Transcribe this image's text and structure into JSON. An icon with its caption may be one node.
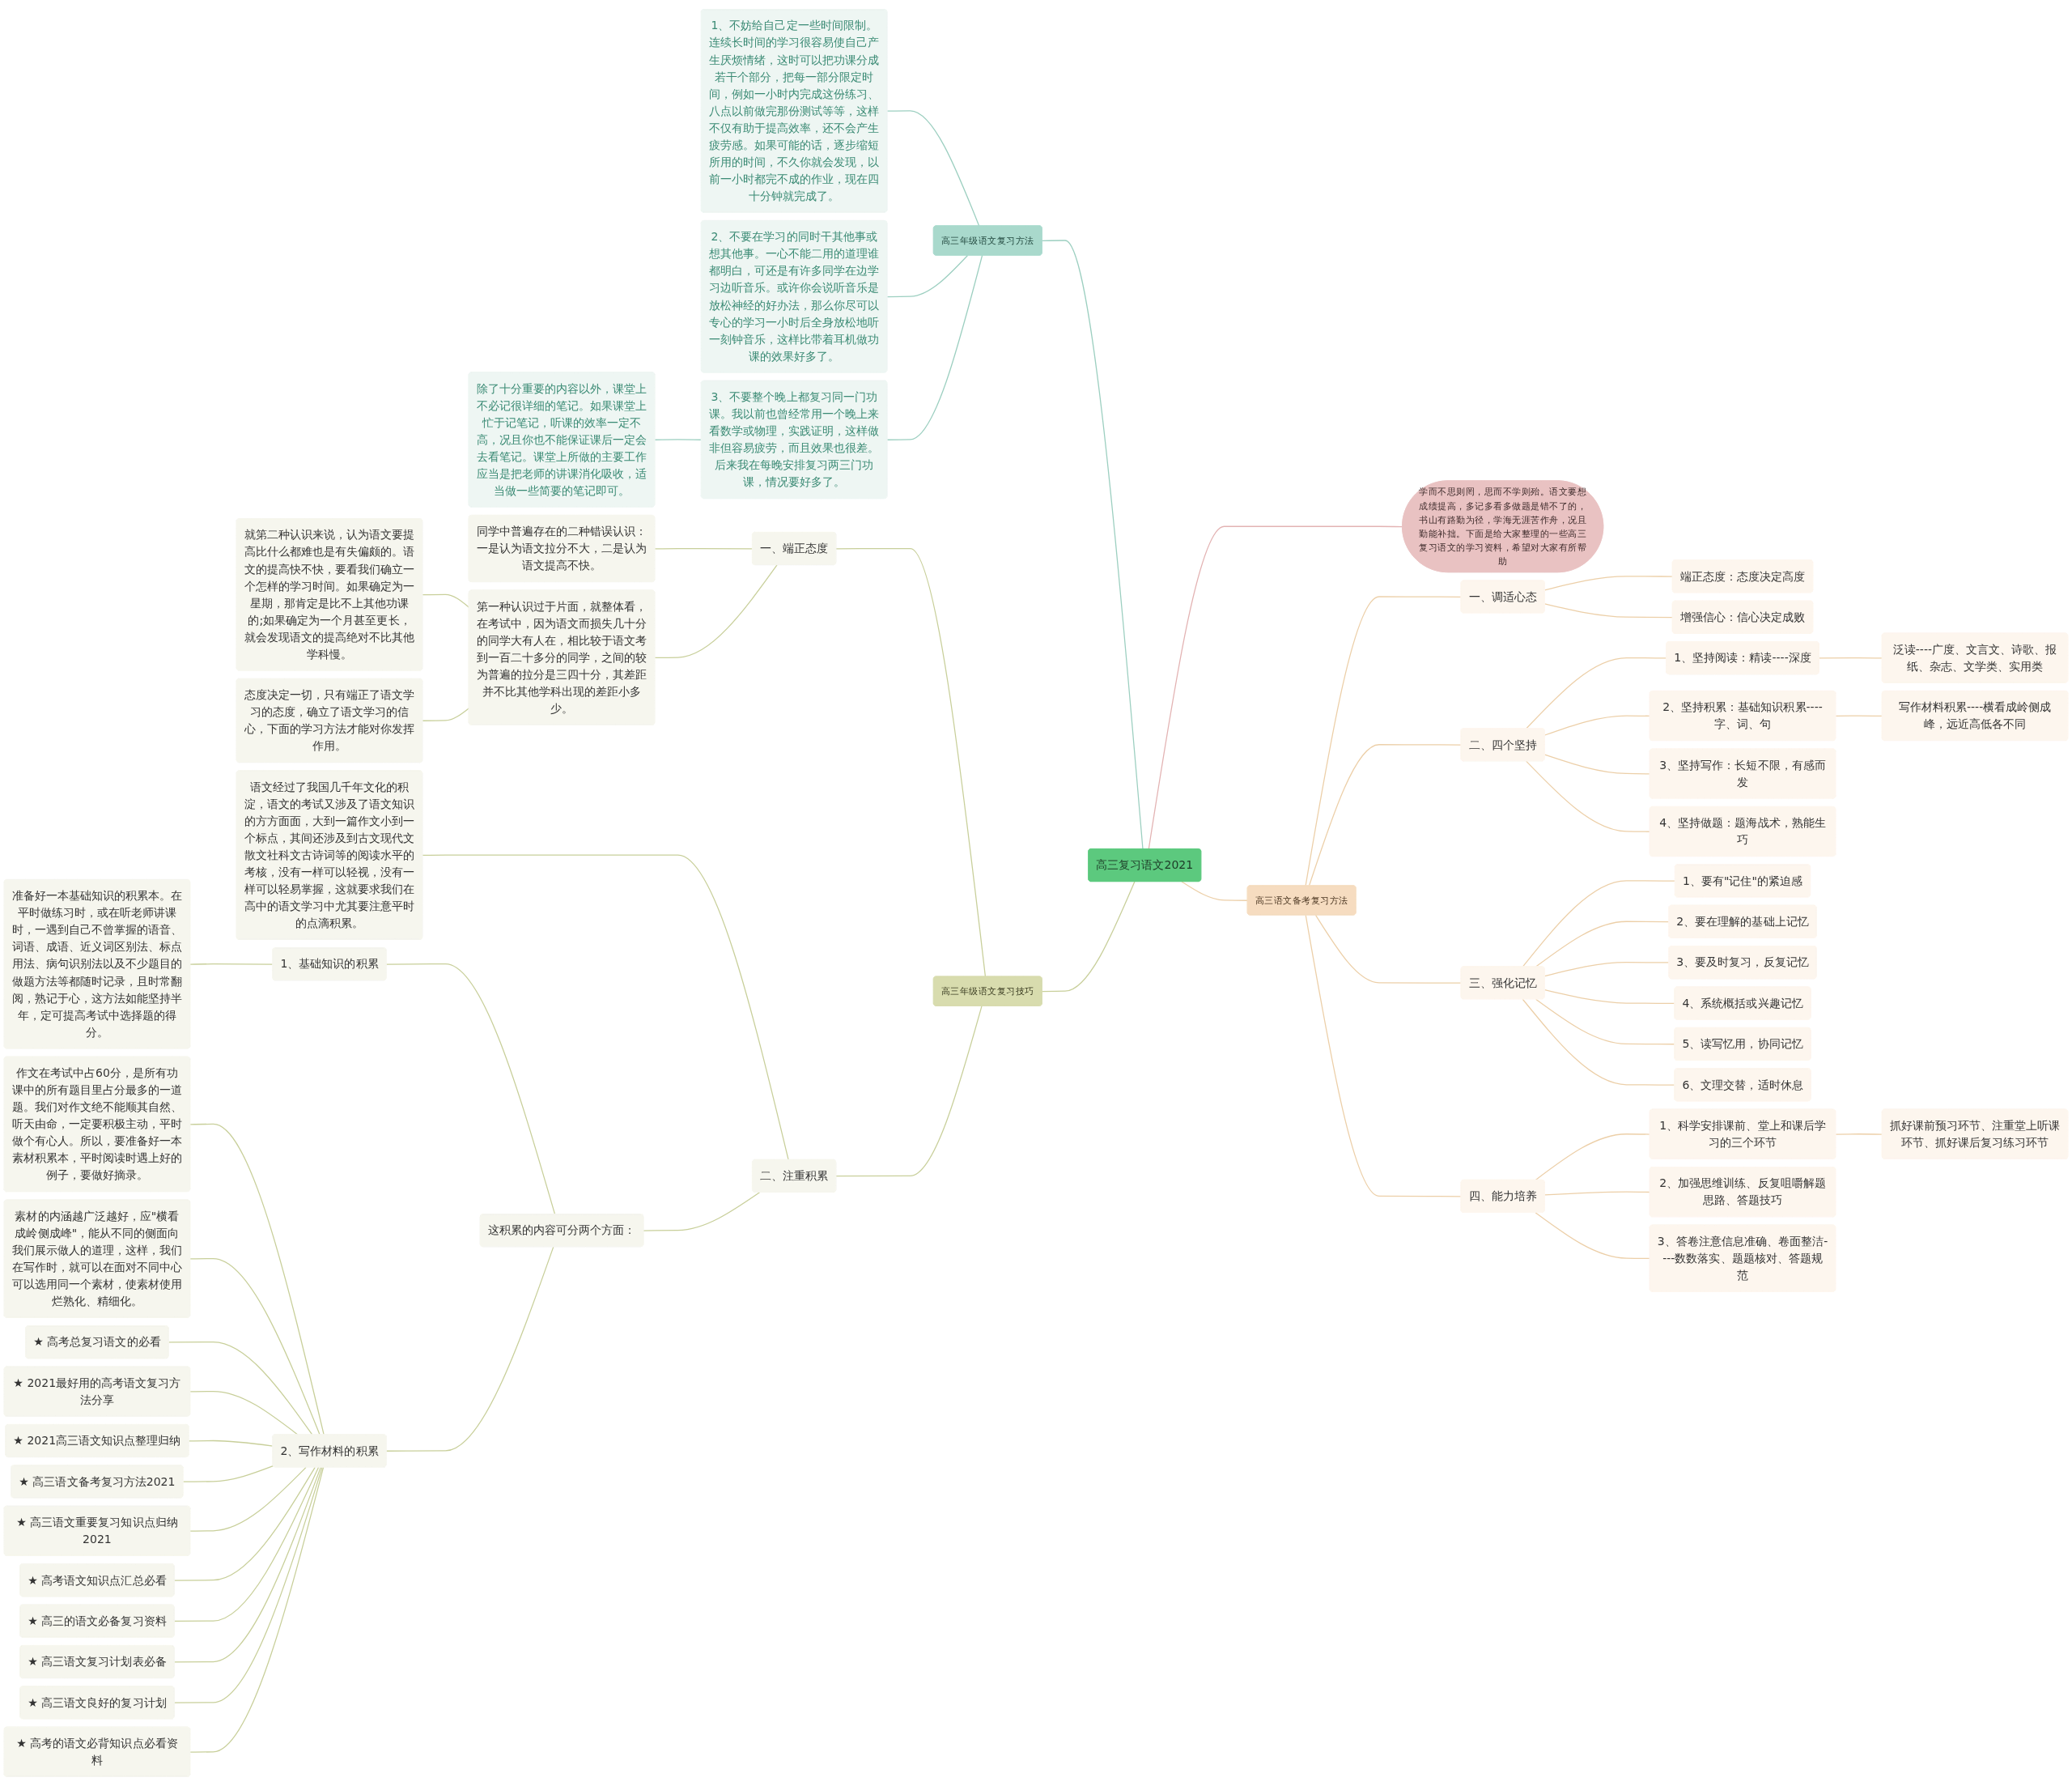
{
  "diagram": {
    "nodes": [
      {
        "text": [
          "高三复习语文2021"
        ]
      },
      {
        "text": [
          "高三年级语文复习方法"
        ]
      },
      {
        "text": [
          "1、不妨给自己定一些时间限制。连续长时间的学习很容易使自己产生厌烦情绪，这时可以把功课分成若干个部分，把每一部分限定时间，例如一小时内完成这份练习、八点以前做完那份测试等等，这样不仅有助于提高效率，还不会产生疲劳感。如果可能的话，逐步缩短所用的时间，不久你就会发现，以前一小时都完不成的作业，现在四十分钟就完成了。"
        ]
      },
      {
        "text": [
          "2、不要在学习的同时干其他事或想其他事。一心不能二用的道理谁都明白，可还是有许多同学在边学习边听音乐。或许你会说听音乐是放松神经的好办法，那么你尽可以专心的学习一小时后全身放松地听一刻钟音乐，这样比带着耳机做功课的效果好多了。"
        ]
      },
      {
        "text": [
          "3、不要整个晚上都复习同一门功课。我以前也曾经常用一个晚上来看数学或物理，实践证明，这样做非但容易疲劳，而且效果也很差。后来我在每晚安排复习两三门功课，情况要好多了。"
        ]
      },
      {
        "text": [
          "除了十分重要的内容以外，课堂上不必记很详细的笔记。如果课堂上忙于记笔记，听课的效率一定不高，况且你也不能保证课后一定会去看笔记。课堂上所做的主要工作应当是把老师的讲课消化吸收，适当做一些简要的笔记即可。"
        ]
      },
      {
        "text": [
          "高三年级语文复习技巧"
        ]
      },
      {
        "text": [
          "一、端正态度"
        ]
      },
      {
        "text": [
          "同学中普遍存在的二种错误认识：一是认为语文拉分不大，二是认为语文提高不快。"
        ]
      },
      {
        "text": [
          "第一种认识过于片面，就整体看，在考试中，因为语文而损失几十分的同学大有人在，相比较于语文考到一百二十多分的同学，之间的较为普遍的拉分是三四十分，其差距并不比其他学科出现的差距小多少。"
        ]
      },
      {
        "text": [
          "就第二种认识来说，认为语文要提高比什么都难也是有失偏颇的。语文的提高快不快，要看我们确立一个怎样的学习时间。如果确定为一星期，那肯定是比不上其他功课的;如果确定为一个月甚至更长，就会发现语文的提高绝对不比其他学科慢。"
        ]
      },
      {
        "text": [
          "态度决定一切，只有端正了语文学习的态度，确立了语文学习的信心，下面的学习方法才能对你发挥作用。"
        ]
      },
      {
        "text": [
          "二、注重积累"
        ]
      },
      {
        "text": [
          "语文经过了我国几千年文化的积淀，语文的考试又涉及了语文知识的方方面面，大到一篇作文小到一个标点，其间还涉及到古文现代文散文社科文古诗词等的阅读水平的考核，没有一样可以轻视，没有一样可以轻易掌握，这就要求我们在高中的语文学习中尤其要注意平时的点滴积累。"
        ]
      },
      {
        "text": [
          "这积累的内容可分两个方面："
        ]
      },
      {
        "text": [
          "1、基础知识的积累"
        ]
      },
      {
        "text": [
          "准备好一本基础知识的积累本。在平时做练习时，或在听老师讲课时，一遇到自己不曾掌握的语音、词语、成语、近义词区别法、标点用法、病句识别法以及不少题目的做题方法等都随时记录，且时常翻阅，熟记于心，这方法如能坚持半年，定可提高考试中选择题的得分。"
        ]
      },
      {
        "text": [
          "2、写作材料的积累"
        ]
      },
      {
        "text": [
          "作文在考试中占60分，是所有功课中的所有题目里占分最多的一道题。我们对作文绝不能顺其自然、听天由命，一定要积极主动，平时做个有心人。所以，要准备好一本素材积累本，平时阅读时遇上好的例子，要做好摘录。"
        ]
      },
      {
        "text": [
          "素材的内涵越广泛越好，应\"横看成岭侧成峰\"，能从不同的侧面向我们展示做人的道理，这样，我们在写作时，就可以在面对不同中心可以选用同一个素材，使素材使用烂熟化、精细化。"
        ]
      },
      {
        "text": [
          "★ 高考总复习语文的必看"
        ]
      },
      {
        "text": [
          "★ 2021最好用的高考语文复习方法分享"
        ]
      },
      {
        "text": [
          "★ 2021高三语文知识点整理归纳"
        ]
      },
      {
        "text": [
          "★ 高三语文备考复习方法2021"
        ]
      },
      {
        "text": [
          "★ 高三语文重要复习知识点归纳2021"
        ]
      },
      {
        "text": [
          "★ 高考语文知识点汇总必看"
        ]
      },
      {
        "text": [
          "★ 高三的语文必备复习资料"
        ]
      },
      {
        "text": [
          "★ 高三语文复习计划表必备"
        ]
      },
      {
        "text": [
          "★ 高三语文良好的复习计划"
        ]
      },
      {
        "text": [
          "★ 高考的语文必背知识点必看资料"
        ]
      },
      {
        "text": [
          "学而不思则罔，思而不学则殆。语文要想成绩提高，多记多看多做题是错不了的，书山有路勤为径，学海无涯苦作舟，况且勤能补拙。下面是给大家整理的一些高三复习语文的学习资料，希望对大家有所帮助"
        ]
      },
      {
        "text": [
          "高三语文备考复习方法"
        ]
      },
      {
        "text": [
          "一、调适心态"
        ]
      },
      {
        "text": [
          "端正态度：态度决定高度"
        ]
      },
      {
        "text": [
          "增强信心：信心决定成败"
        ]
      },
      {
        "text": [
          "二、四个坚持"
        ]
      },
      {
        "text": [
          "1、坚持阅读：精读----深度"
        ]
      },
      {
        "text": [
          "泛读----广度、文言文、诗歌、报纸、杂志、文学类、实用类"
        ]
      },
      {
        "text": [
          "2、坚持积累：基础知识积累----字、词、句"
        ]
      },
      {
        "text": [
          "写作材料积累----横看成岭侧成峰，远近高低各不同"
        ]
      },
      {
        "text": [
          "3、坚持写作：长短不限，有感而发"
        ]
      },
      {
        "text": [
          "4、坚持做题：题海战术，熟能生巧"
        ]
      },
      {
        "text": [
          "三、强化记忆"
        ]
      },
      {
        "text": [
          "1、要有\"记住\"的紧迫感"
        ]
      },
      {
        "text": [
          "2、要在理解的基础上记忆"
        ]
      },
      {
        "text": [
          "3、要及时复习，反复记忆"
        ]
      },
      {
        "text": [
          "4、系统概括或兴趣记忆"
        ]
      },
      {
        "text": [
          "5、读写忆用，协同记忆"
        ]
      },
      {
        "text": [
          "6、文理交替，适时休息"
        ]
      },
      {
        "text": [
          "四、能力培养"
        ]
      },
      {
        "text": [
          "1、科学安排课前、堂上和课后学习的三个环节"
        ]
      },
      {
        "text": [
          "抓好课前预习环节、注重堂上听课环节、抓好课后复习练习环节"
        ]
      },
      {
        "text": [
          "2、加强思维训练、反复咀嚼解题思路、答题技巧"
        ]
      },
      {
        "text": [
          "3、答卷注意信息准确、卷面整洁----数数落实、题题核对、答题规范"
        ]
      }
    ],
    "edges": [
      {
        "from": 1,
        "to": 0,
        "arrow": "none",
        "color": "#9ccfc0"
      },
      {
        "from": 2,
        "to": 1,
        "arrow": "none",
        "color": "#9ccfc0"
      },
      {
        "from": 3,
        "to": 1,
        "arrow": "none",
        "color": "#9ccfc0"
      },
      {
        "from": 4,
        "to": 1,
        "arrow": "none",
        "color": "#9ccfc0"
      },
      {
        "from": 5,
        "to": 4,
        "arrow": "none",
        "color": "#9ccfc0"
      },
      {
        "from": 6,
        "to": 0,
        "arrow": "none"
      },
      {
        "from": 7,
        "to": 6,
        "arrow": "none"
      },
      {
        "from": 8,
        "to": 7,
        "arrow": "none"
      },
      {
        "from": 9,
        "to": 7,
        "arrow": "none"
      },
      {
        "from": 10,
        "to": 9,
        "arrow": "none"
      },
      {
        "from": 11,
        "to": 9,
        "arrow": "none"
      },
      {
        "from": 12,
        "to": 6,
        "arrow": "none"
      },
      {
        "from": 13,
        "to": 12,
        "arrow": "none"
      },
      {
        "from": 14,
        "to": 12,
        "arrow": "none"
      },
      {
        "from": 15,
        "to": 14,
        "arrow": "none"
      },
      {
        "from": 16,
        "to": 15,
        "arrow": "none"
      },
      {
        "from": 17,
        "to": 14,
        "arrow": "none"
      },
      {
        "from": 18,
        "to": 17,
        "arrow": "none"
      },
      {
        "from": 19,
        "to": 17,
        "arrow": "none"
      },
      {
        "from": 20,
        "to": 17,
        "arrow": "none"
      },
      {
        "from": 21,
        "to": 17,
        "arrow": "none"
      },
      {
        "from": 22,
        "to": 17,
        "arrow": "none"
      },
      {
        "from": 23,
        "to": 17,
        "arrow": "none"
      },
      {
        "from": 24,
        "to": 17,
        "arrow": "none"
      },
      {
        "from": 25,
        "to": 17,
        "arrow": "none"
      },
      {
        "from": 26,
        "to": 17,
        "arrow": "none"
      },
      {
        "from": 27,
        "to": 17,
        "arrow": "none"
      },
      {
        "from": 28,
        "to": 17,
        "arrow": "none"
      },
      {
        "from": 29,
        "to": 17,
        "arrow": "none"
      },
      {
        "from": 0,
        "to": 30,
        "arrow": "none",
        "color": "#e3b3b3"
      },
      {
        "from": 0,
        "to": 31,
        "arrow": "none",
        "color": "#eccfa8"
      },
      {
        "from": 31,
        "to": 32,
        "arrow": "none",
        "color": "#eccfa8"
      },
      {
        "from": 32,
        "to": 33,
        "arrow": "none",
        "color": "#eccfa8"
      },
      {
        "from": 32,
        "to": 34,
        "arrow": "none",
        "color": "#eccfa8"
      },
      {
        "from": 31,
        "to": 35,
        "arrow": "none",
        "color": "#eccfa8"
      },
      {
        "from": 35,
        "to": 36,
        "arrow": "none",
        "color": "#eccfa8"
      },
      {
        "from": 36,
        "to": 37,
        "arrow": "none",
        "color": "#eccfa8"
      },
      {
        "from": 35,
        "to": 38,
        "arrow": "none",
        "color": "#eccfa8"
      },
      {
        "from": 38,
        "to": 39,
        "arrow": "none",
        "color": "#eccfa8"
      },
      {
        "from": 35,
        "to": 40,
        "arrow": "none",
        "color": "#eccfa8"
      },
      {
        "from": 35,
        "to": 41,
        "arrow": "none",
        "color": "#eccfa8"
      },
      {
        "from": 31,
        "to": 42,
        "arrow": "none",
        "color": "#eccfa8"
      },
      {
        "from": 42,
        "to": 43,
        "arrow": "none",
        "color": "#eccfa8"
      },
      {
        "from": 42,
        "to": 44,
        "arrow": "none",
        "color": "#eccfa8"
      },
      {
        "from": 42,
        "to": 45,
        "arrow": "none",
        "color": "#eccfa8"
      },
      {
        "from": 42,
        "to": 46,
        "arrow": "none",
        "color": "#eccfa8"
      },
      {
        "from": 42,
        "to": 47,
        "arrow": "none",
        "color": "#eccfa8"
      },
      {
        "from": 42,
        "to": 48,
        "arrow": "none",
        "color": "#eccfa8"
      },
      {
        "from": 31,
        "to": 49,
        "arrow": "none",
        "color": "#eccfa8"
      },
      {
        "from": 49,
        "to": 50,
        "arrow": "none",
        "color": "#eccfa8"
      },
      {
        "from": 50,
        "to": 51,
        "arrow": "none",
        "color": "#eccfa8"
      },
      {
        "from": 49,
        "to": 52,
        "arrow": "none",
        "color": "#eccfa8"
      },
      {
        "from": 49,
        "to": 53,
        "arrow": "none",
        "color": "#eccfa8"
      }
    ]
  }
}
